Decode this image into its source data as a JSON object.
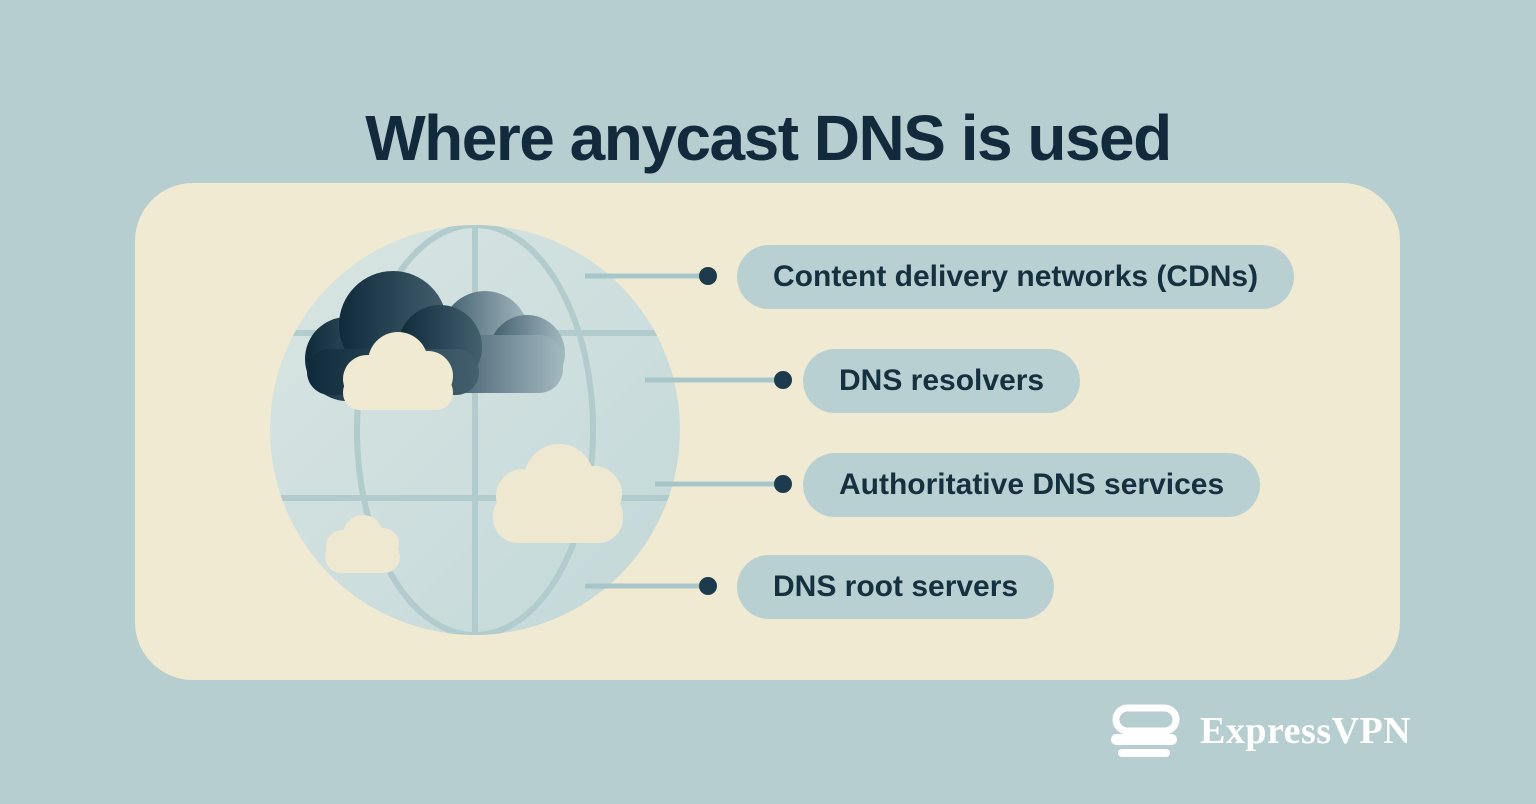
{
  "title": "Where anycast DNS is used",
  "diagram": {
    "labels": [
      {
        "text": "Content delivery networks (CDNs)"
      },
      {
        "text": "DNS resolvers"
      },
      {
        "text": "Authoritative DNS services"
      },
      {
        "text": "DNS root servers"
      }
    ]
  },
  "branding": {
    "wordmark": "ExpressVPN"
  },
  "icons": [
    "globe-icon",
    "dark-cloud-icon",
    "gray-cloud-icon",
    "cream-cloud-icon",
    "bottom-cloud-icon",
    "small-cloud-icon",
    "expressvpn-logo-icon"
  ],
  "colors": {
    "background": "#b7ced1",
    "panel": "#f0ead3",
    "title_text": "#112b3c",
    "pill_background": "#b9d0d3",
    "pill_text": "#15303f",
    "connector_line": "#a7c6c9",
    "connector_dot": "#1e3b4d",
    "globe_fill": "#cfe0df",
    "dark_cloud": "#14303f",
    "gray_cloud": "#7d97a2",
    "logo_white": "#ffffff"
  }
}
